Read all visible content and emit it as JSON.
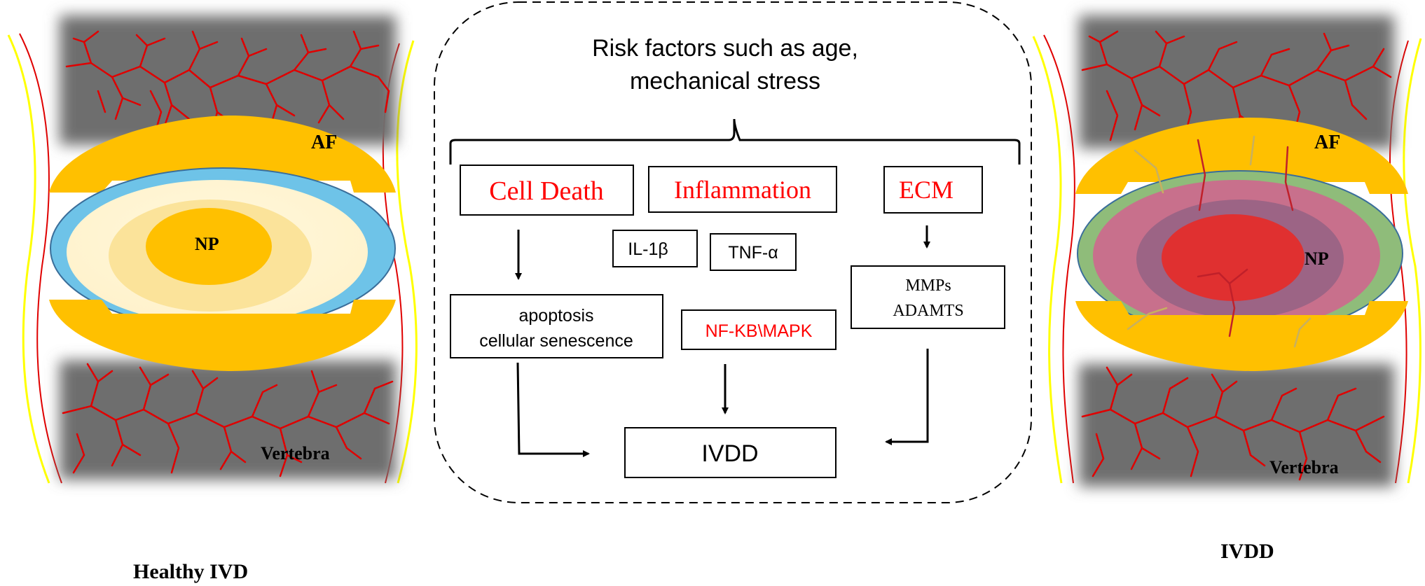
{
  "left_panel": {
    "af_label": "AF",
    "np_label": "NP",
    "vertebra_label": "Vertebra",
    "caption": "Healthy IVD"
  },
  "right_panel": {
    "af_label": "AF",
    "np_label": "NP",
    "vertebra_label": "Vertebra",
    "caption": "IVDD"
  },
  "center": {
    "risk_line1": "Risk factors such as age,",
    "risk_line2": "mechanical stress",
    "cell_death": "Cell Death",
    "inflammation": "Inflammation",
    "ecm": "ECM",
    "il1b": "IL-1β",
    "tnfa": "TNF-α",
    "apoptosis_line1": "apoptosis",
    "apoptosis_line2": "cellular senescence",
    "nfkb": "NF-KB\\MAPK",
    "mmps_line1": "MMPs",
    "mmps_line2": "ADAMTS",
    "ivdd": "IVDD"
  },
  "colors": {
    "vertebra_gray": "#6e6e6e",
    "vessel_red": "#e00000",
    "af_gold": "#ffc000",
    "healthy_np_outer": "#6ec3e8",
    "healthy_np_light": "#fff2cc",
    "healthy_np_mid": "#fbe39a",
    "healthy_np_core": "#ffc000",
    "ivdd_outer": "#8fbc7a",
    "ivdd_pink": "#c8708c",
    "ivdd_purple": "#9c6485",
    "ivdd_core": "#e03030",
    "highlight_red": "#ff0000",
    "nerve_yellow": "#ffff00"
  }
}
